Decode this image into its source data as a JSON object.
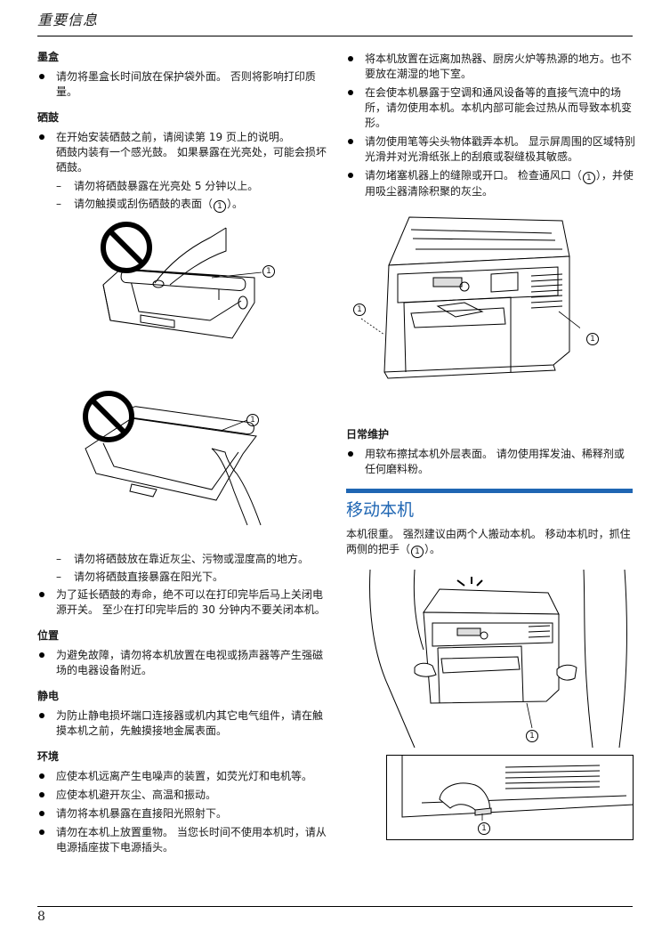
{
  "header": {
    "title": "重要信息"
  },
  "left": {
    "ink": {
      "heading": "墨盒",
      "items": [
        "请勿将墨盒长时间放在保护袋外面。 否则将影响打印质量。"
      ]
    },
    "drum": {
      "heading": "硒鼓",
      "item1_line1": "在开始安装硒鼓之前，请阅读第 19 页上的说明。",
      "item1_line2": "硒鼓内装有一个感光鼓。 如果暴露在光亮处，可能会损坏硒鼓。",
      "sub1": "请勿将硒鼓暴露在光亮处 5 分钟以上。",
      "sub2_before": "请勿触摸或刮伤硒鼓的表面（",
      "sub2_after": "）。",
      "sub3": "请勿将硒鼓放在靠近灰尘、污物或湿度高的地方。",
      "sub4": "请勿将硒鼓直接暴露在阳光下。",
      "item2": "为了延长硒鼓的寿命，绝不可以在打印完毕后马上关闭电源开关。 至少在打印完毕后的 30 分钟内不要关闭本机。"
    },
    "location": {
      "heading": "位置",
      "items": [
        "为避免故障，请勿将本机放置在电视或扬声器等产生强磁场的电器设备附近。"
      ]
    },
    "static": {
      "heading": "静电",
      "items": [
        "为防止静电损坏端口连接器或机内其它电气组件，请在触摸本机之前，先触摸接地金属表面。"
      ]
    },
    "environment": {
      "heading": "环境",
      "items": [
        "应使本机远离产生电噪声的装置，如荧光灯和电机等。",
        "应使本机避开灰尘、高温和振动。",
        "请勿将本机暴露在直接阳光照射下。",
        "请勿在本机上放置重物。 当您长时间不使用本机时，请从电源插座拔下电源插头。"
      ]
    }
  },
  "right": {
    "items": [
      "将本机放置在远离加热器、厨房火炉等热源的地方。也不要放在潮湿的地下室。",
      "在会使本机暴露于空调和通风设备等的直接气流中的场所，请勿使用本机。本机内部可能会过热从而导致本机变形。",
      "请勿使用笔等尖头物体戳弄本机。 显示屏周围的区域特别光滑并对光滑纸张上的刮痕或裂缝极其敏感。"
    ],
    "vent_before": "请勿堵塞机器上的缝隙或开口。 检查通风口（",
    "vent_after": "），并使用吸尘器清除积聚的灰尘。",
    "daily": {
      "heading": "日常维护",
      "items": [
        "用软布擦拭本机外层表面。 请勿使用挥发油、稀释剂或任何磨料粉。"
      ]
    },
    "move": {
      "title": "移动本机",
      "text_before": "本机很重。 强烈建议由两个人搬动本机。 移动本机时，抓住两侧的把手（",
      "text_after": "）。"
    }
  },
  "callout": "1",
  "footer": {
    "page": "8"
  }
}
